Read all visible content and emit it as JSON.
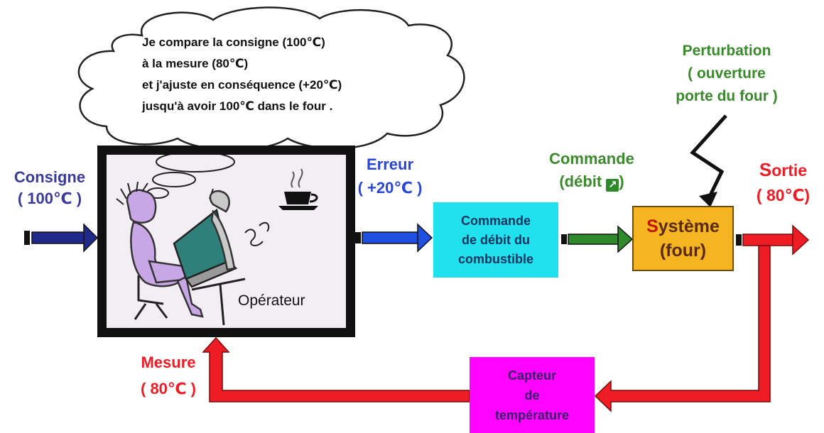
{
  "thought_bubble": {
    "lines": [
      "Je compare la consigne (100℃)",
      "à la mesure (80℃)",
      "et j'ajuste en conséquence (+20℃)",
      "jusqu'à avoir 100℃ dans le four ."
    ]
  },
  "consigne": {
    "label": "Consigne",
    "value": "( 100℃ )"
  },
  "operateur": {
    "label": "Opérateur"
  },
  "erreur": {
    "label": "Erreur",
    "value": "( +20℃ )"
  },
  "commande": {
    "label": "Commande",
    "value_prefix": "(débit ",
    "value_suffix": ")"
  },
  "block_commande": {
    "lines": [
      "Commande",
      "de débit du",
      "combustible"
    ]
  },
  "perturbation": {
    "lines": [
      "Perturbation",
      "( ouverture",
      "porte du four )"
    ]
  },
  "systeme": {
    "first_letter": "S",
    "title_rest": "ystème",
    "sub": "(four)"
  },
  "sortie": {
    "first_letter": "S",
    "label_rest": "ortie",
    "value": "( 80℃)"
  },
  "mesure": {
    "label": "Mesure",
    "value": "( 80℃ )"
  },
  "capteur": {
    "lines": [
      "Capteur",
      "de",
      "température"
    ]
  },
  "colors": {
    "consigne": "#2f34b8",
    "erreur": "#1f4fe0",
    "commande": "#3a8a2c",
    "perturbation": "#3a8a2c",
    "sortie": "#ee1c24",
    "mesure": "#ee1c24",
    "block_commande": "#20e2ee",
    "block_systeme": "#f4b520",
    "block_capteur": "#ff05ff"
  }
}
